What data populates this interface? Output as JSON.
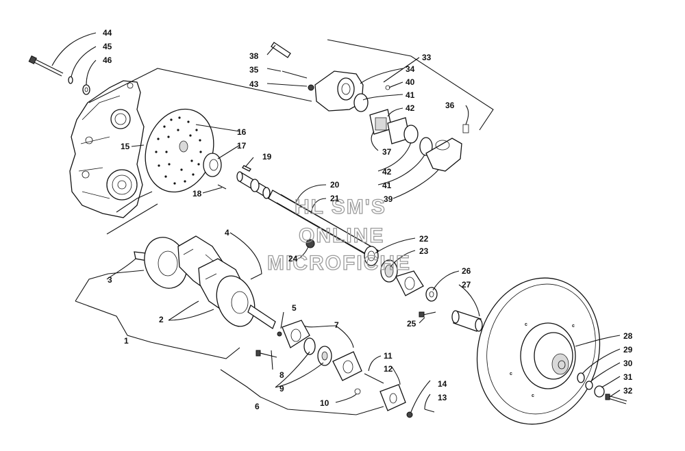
{
  "diagram": {
    "watermark": [
      "HL SM'S",
      "ONLINE",
      "MICROFICHE"
    ],
    "callouts": [
      {
        "label": "1"
      },
      {
        "label": "2"
      },
      {
        "label": "3"
      },
      {
        "label": "4"
      },
      {
        "label": "5"
      },
      {
        "label": "6"
      },
      {
        "label": "7"
      },
      {
        "label": "8"
      },
      {
        "label": "9"
      },
      {
        "label": "10"
      },
      {
        "label": "11"
      },
      {
        "label": "12"
      },
      {
        "label": "13"
      },
      {
        "label": "14"
      },
      {
        "label": "15"
      },
      {
        "label": "16"
      },
      {
        "label": "17"
      },
      {
        "label": "18"
      },
      {
        "label": "19"
      },
      {
        "label": "20"
      },
      {
        "label": "21"
      },
      {
        "label": "22"
      },
      {
        "label": "23"
      },
      {
        "label": "24"
      },
      {
        "label": "25"
      },
      {
        "label": "26"
      },
      {
        "label": "27"
      },
      {
        "label": "28"
      },
      {
        "label": "29"
      },
      {
        "label": "30"
      },
      {
        "label": "31"
      },
      {
        "label": "32"
      },
      {
        "label": "33"
      },
      {
        "label": "34"
      },
      {
        "label": "35"
      },
      {
        "label": "36"
      },
      {
        "label": "37"
      },
      {
        "label": "38"
      },
      {
        "label": "39"
      },
      {
        "label": "40"
      },
      {
        "label": "41"
      },
      {
        "label": "41"
      },
      {
        "label": "42"
      },
      {
        "label": "42"
      },
      {
        "label": "43"
      },
      {
        "label": "44"
      },
      {
        "label": "45"
      },
      {
        "label": "46"
      }
    ]
  }
}
